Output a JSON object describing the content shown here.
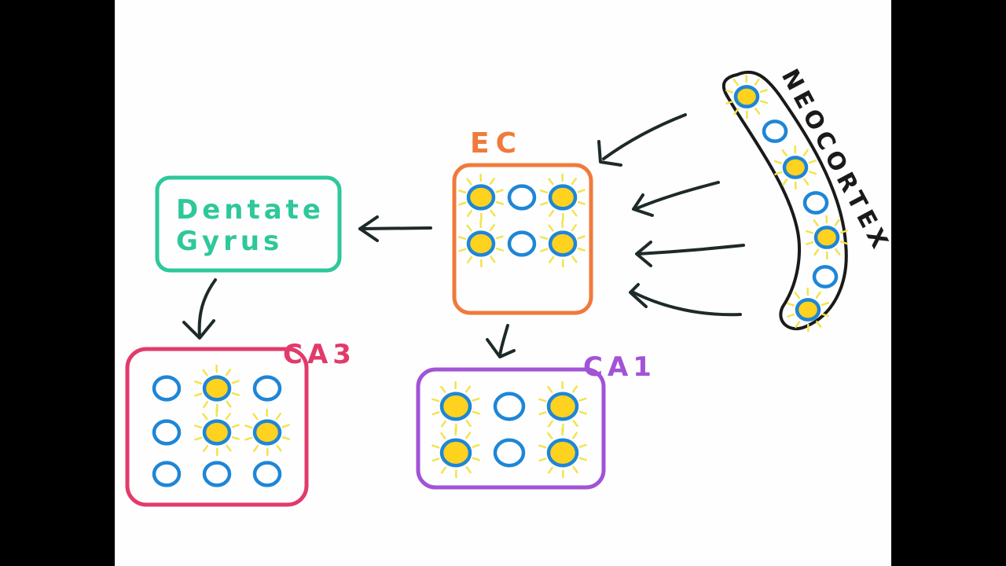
{
  "labels": {
    "ec": "EC",
    "dentate_line1": "Dentate",
    "dentate_line2": "Gyrus",
    "ca3": "CA3",
    "ca1": "CA1",
    "neocortex": "NEOCORTEX"
  },
  "colors": {
    "background": "#fefefe",
    "letterbox": "#000000",
    "ec": "#f07a3c",
    "dentate_gyrus": "#2ec89a",
    "ca3": "#e23a6a",
    "ca1": "#a253d6",
    "neocortex": "#1a1a1a",
    "neuron_ring": "#1e86d6",
    "neuron_active_fill": "#ffd21f",
    "glow": "#f3e34a",
    "arrow": "#1e2a2a"
  },
  "regions": {
    "ec": {
      "neurons": [
        1,
        0,
        1,
        1,
        0,
        1
      ]
    },
    "ca3": {
      "neurons": [
        0,
        1,
        0,
        0,
        1,
        1,
        0,
        0,
        0
      ]
    },
    "ca1": {
      "neurons": [
        1,
        0,
        1,
        1,
        0,
        1
      ]
    },
    "neocortex": {
      "neurons": [
        1,
        0,
        1,
        0,
        1,
        0,
        1
      ]
    }
  }
}
